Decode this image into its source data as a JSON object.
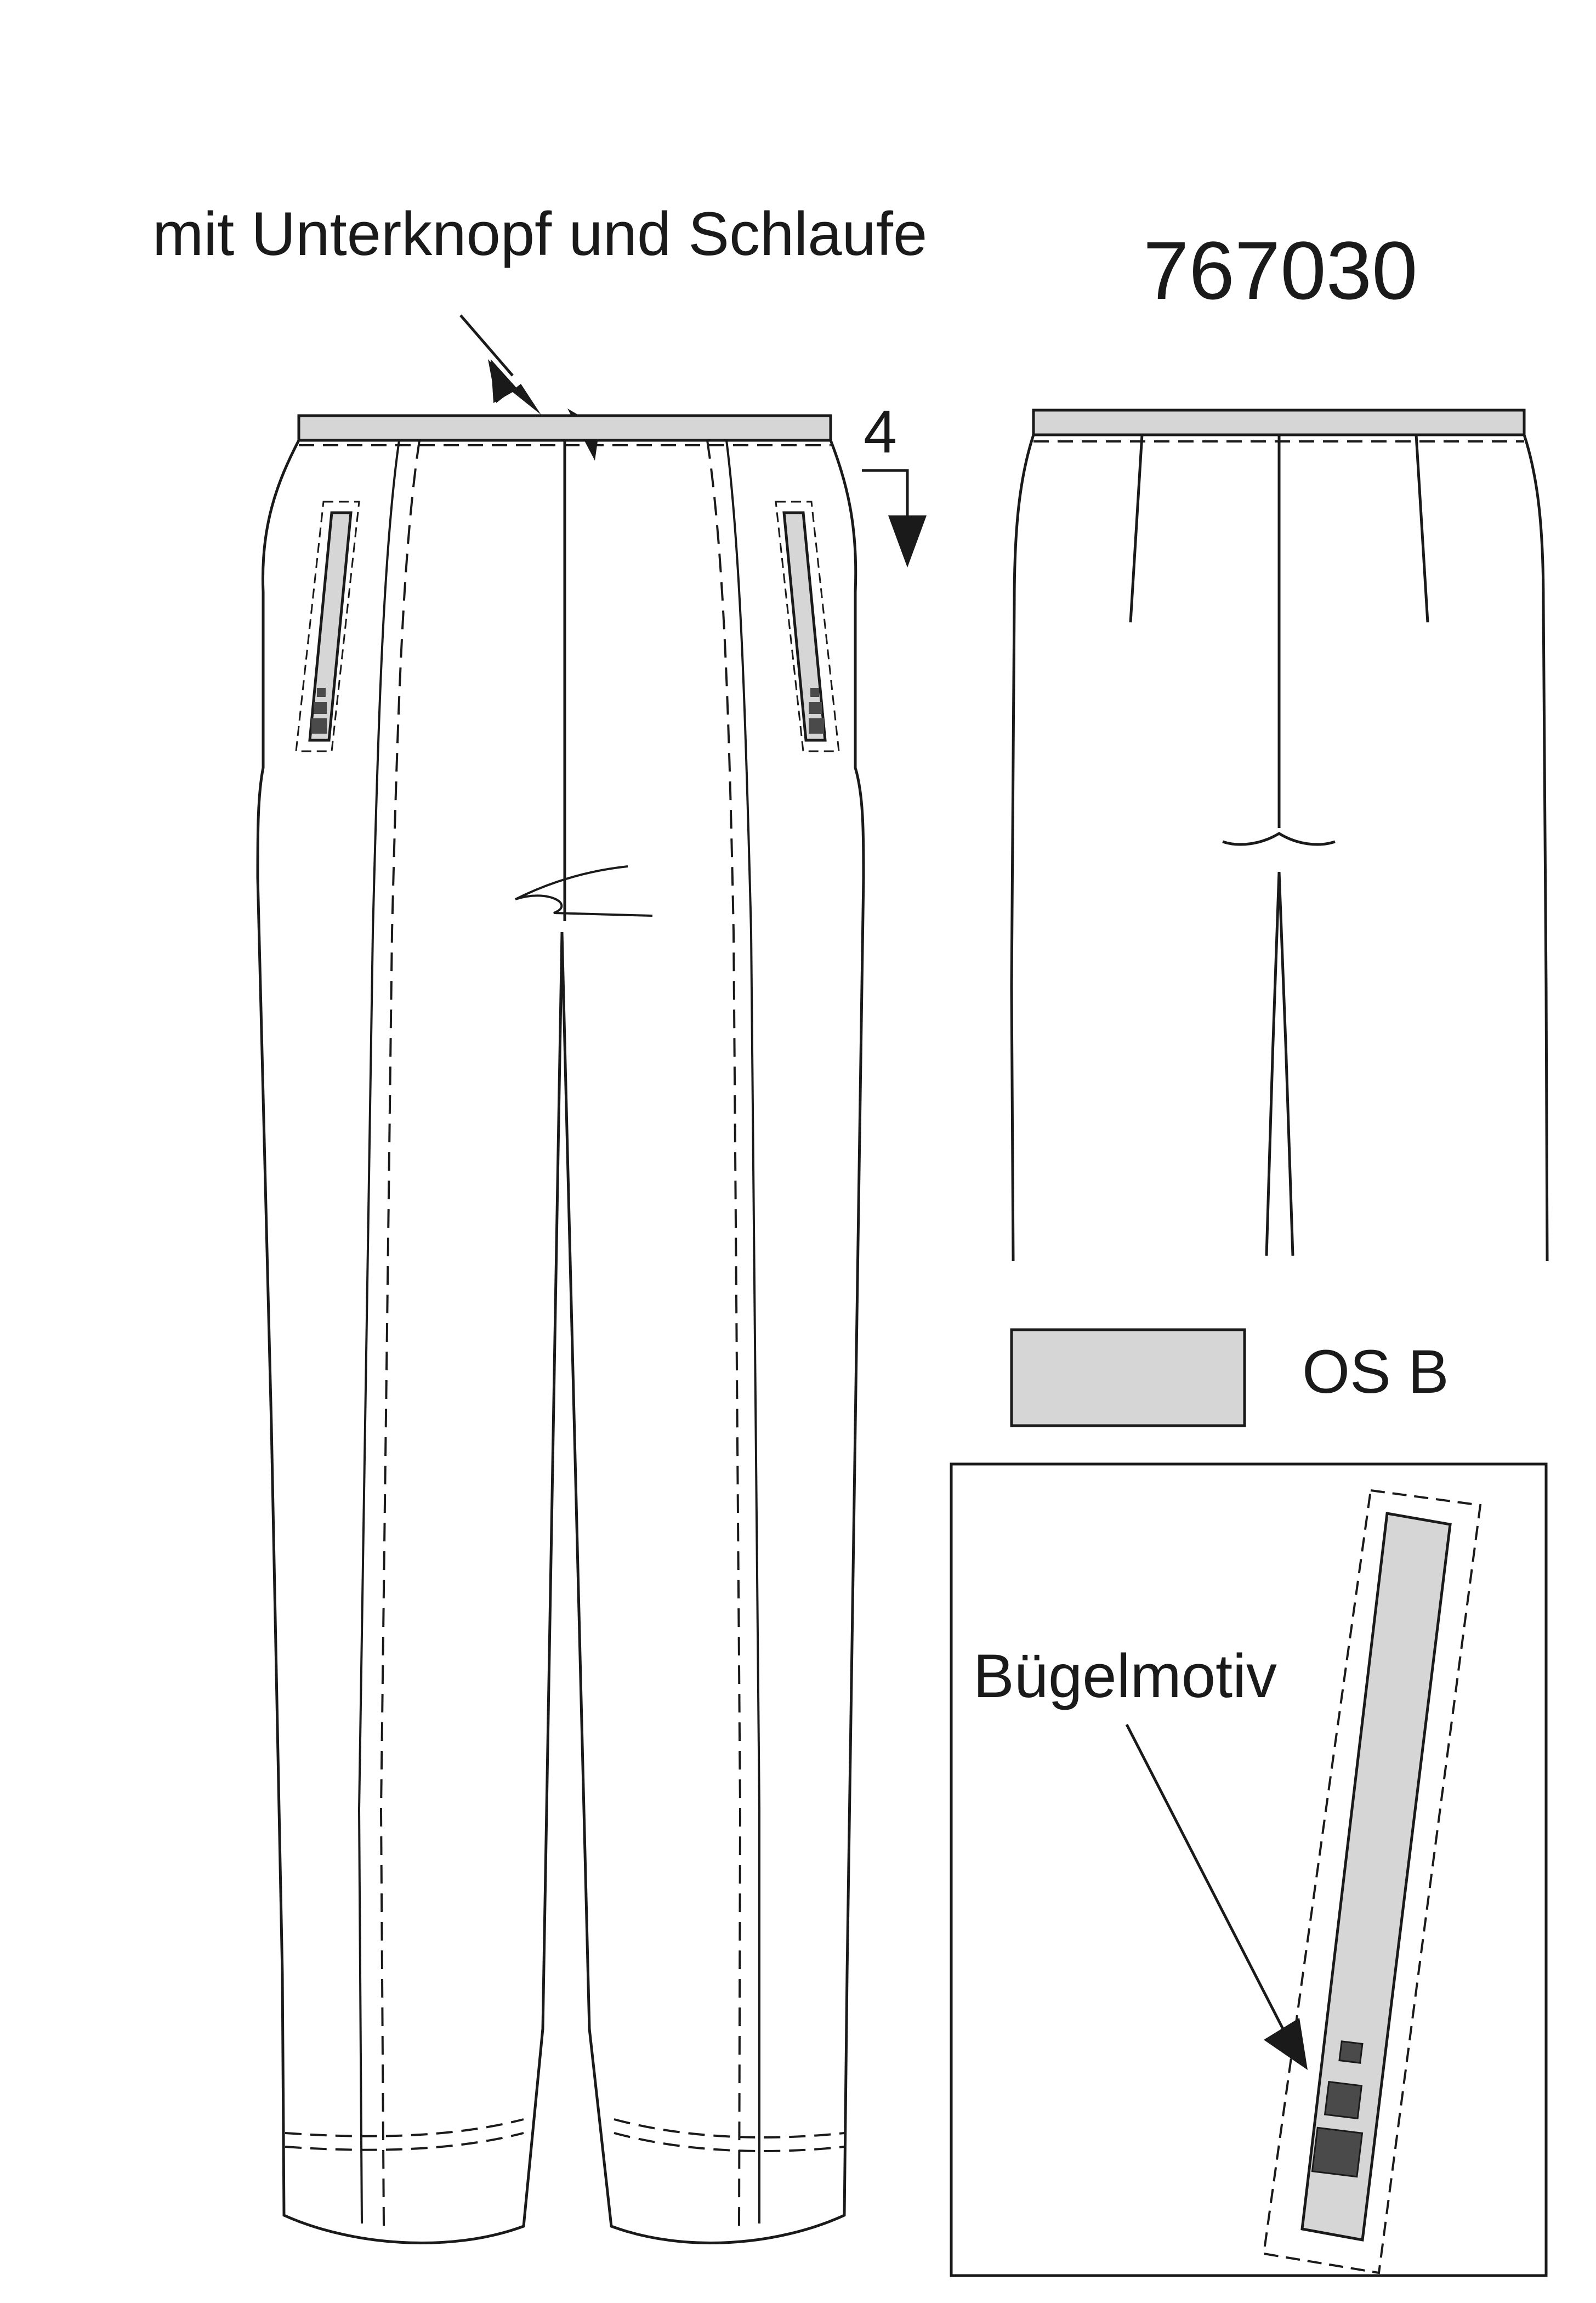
{
  "sheet": {
    "note_label": "mit Unterknopf und Schlaufe",
    "article_number": "767030",
    "stitch_width_label": "4",
    "legend_label": "OS B",
    "detail_label": "Bügelmotiv"
  },
  "colors": {
    "line": "#1a1a1a",
    "fill_grey": "#d6d6d6",
    "dark_square": "#4a4a4a",
    "background": "#ffffff"
  }
}
